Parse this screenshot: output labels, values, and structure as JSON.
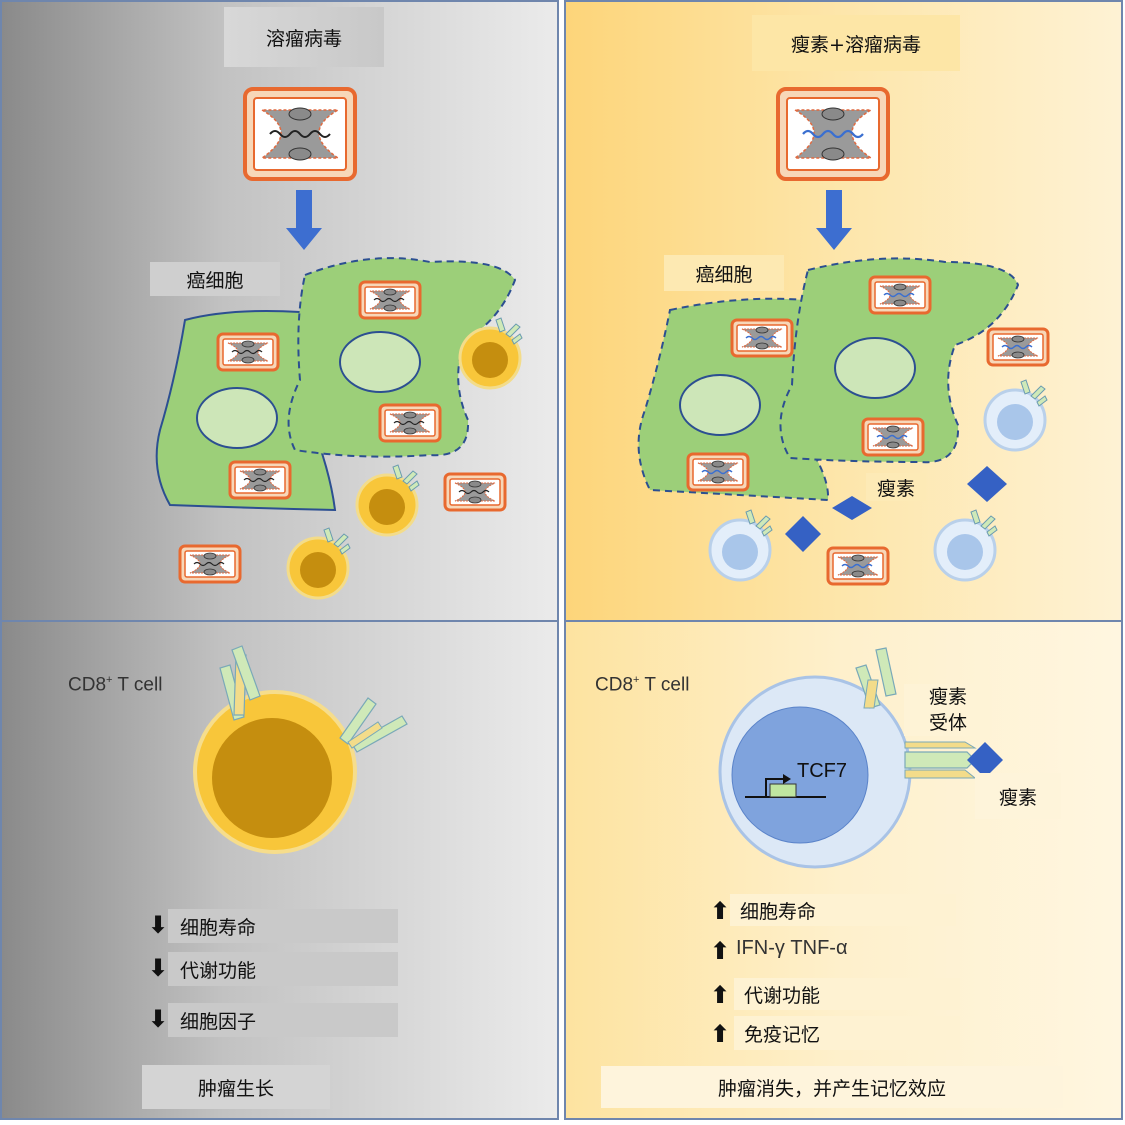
{
  "left_panel": {
    "title": "溶瘤病毒",
    "cancer_label": "癌细胞",
    "cd8_label": "CD8",
    "cd8_sup": "+",
    "cd8_suffix": " T cell",
    "effects": [
      {
        "arrow": "down",
        "text": "细胞寿命"
      },
      {
        "arrow": "down",
        "text": "代谢功能"
      },
      {
        "arrow": "down",
        "text": "细胞因子"
      }
    ],
    "outcome": "肿瘤生长"
  },
  "right_panel": {
    "title": "瘦素+溶瘤病毒",
    "cancer_label": "癌细胞",
    "leptin_label": "瘦素",
    "cd8_label": "CD8",
    "cd8_sup": "+",
    "cd8_suffix": " T cell",
    "receptor_label_line1": "瘦素",
    "receptor_label_line2": "受体",
    "leptin_label2": "瘦素",
    "gene_label": "TCF7",
    "effects": [
      {
        "arrow": "up",
        "text": "细胞寿命"
      },
      {
        "arrow": "up",
        "text": "IFN-γ TNF-α"
      },
      {
        "arrow": "up",
        "text": "代谢功能"
      },
      {
        "arrow": "up",
        "text": "免疫记忆"
      }
    ],
    "outcome": "肿瘤消失，并产生记忆效应"
  },
  "colors": {
    "left_bg_dark": "#8a8a8a",
    "left_bg_light": "#ebebeb",
    "right_bg": "#fde7ad",
    "cancer_fill": "#9ccf79",
    "nucleus_fill": "#cde6b8",
    "virus_border": "#e8692f",
    "tcell_yellow": "#f8c63a",
    "tcell_nucleus": "#c58e0f",
    "tcell_blue": "#cfe0f4",
    "tcell_blue_nucleus": "#8fb0e0",
    "leptin_blue": "#3561c4",
    "arrow_blue": "#3d6ed0",
    "receptor_green": "#cfe9b8"
  }
}
